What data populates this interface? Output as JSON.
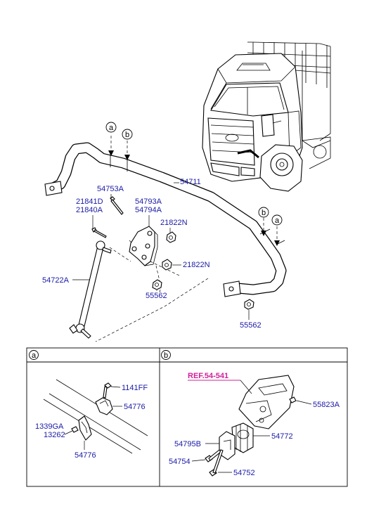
{
  "main_callouts": {
    "a_top": "a",
    "b_top": "b",
    "b_right": "b",
    "a_right": "a"
  },
  "labels": {
    "bar": "54711",
    "bolt_top": "54753A",
    "bracket_d": "21841D",
    "bracket_a": "21840A",
    "plate_1": "54793A",
    "plate_2": "54794A",
    "nut_upper": "21822N",
    "nut_lower": "21822N",
    "link": "54722A",
    "washer_left": "55562",
    "washer_right": "55562"
  },
  "detail_a": {
    "header": "a",
    "bolt": "1141FF",
    "clamp_upper": "54776",
    "screw_1": "1339GA",
    "screw_2": "13262",
    "clamp_lower": "54776"
  },
  "detail_b": {
    "header": "b",
    "ref": "REF.54-541",
    "bolt_right": "55823A",
    "bushing": "54772",
    "bracket": "54795B",
    "bolt_1": "54754",
    "bolt_2": "54752"
  }
}
